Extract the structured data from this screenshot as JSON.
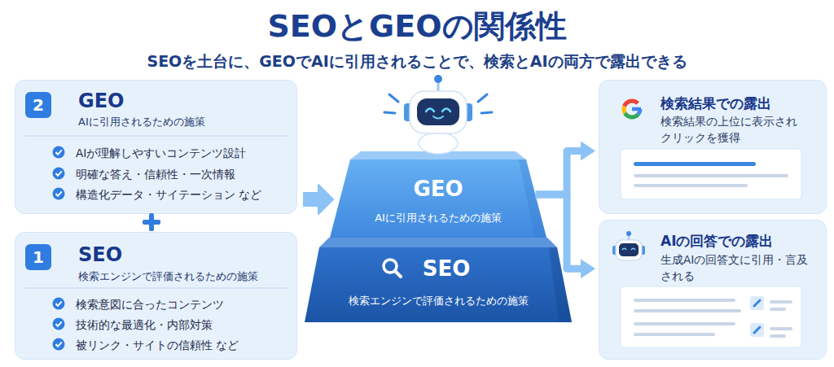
{
  "diagram": {
    "title": "SEOとGEOの関係性",
    "nodes": [
      {
        "text": [
          "GEO",
          "AIに引用されるための施策",
          "AIが理解しやすいコンテンツ設計",
          "明確な答え・信頼性・一次情報",
          "構造化データ・サイテーション など"
        ]
      },
      {
        "text": [
          "2"
        ],
        "in": 0
      },
      {
        "text": [
          "SEO",
          "検索エンジンで評価されるための施策",
          "検索意図に合ったコンテンツ",
          "技術的な最適化・内部対策",
          "被リンク・サイトの信頼性 など"
        ]
      },
      {
        "text": [
          "1"
        ],
        "in": 2
      },
      {
        "text": [
          "GEO",
          "AIに引用されるための施策"
        ]
      },
      {
        "text": [
          "SEO",
          "検索エンジンで評価されるための施策"
        ]
      },
      {
        "text": [
          "検索結果での露出",
          "検索結果の上位に表示され クリックを獲得"
        ]
      },
      {
        "text": [
          "AIの回答での露出",
          "生成AIの回答文に引用・言及 される"
        ]
      }
    ],
    "edges": [
      {
        "from": 4,
        "to": 6,
        "arrow": "to"
      },
      {
        "from": 4,
        "to": 7,
        "arrow": "to"
      }
    ],
    "labels": [
      "SEOを土台に、GEOでAIに引用されることで、検索とAIの両方で露出できる"
    ]
  }
}
